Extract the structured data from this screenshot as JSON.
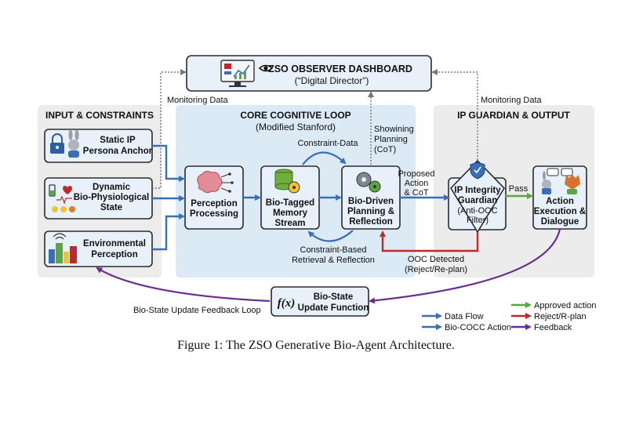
{
  "dashboard": {
    "title": "ZSO OBSERVER DASHBOARD",
    "subtitle": "(“Digital Director”)"
  },
  "input_panel": {
    "title": "INPUT & CONSTRAINTS",
    "static_ip": [
      "Static IP",
      "Persona Anchor"
    ],
    "bio_state": [
      "Dynamic",
      "Bio-Physiological",
      "State"
    ],
    "environment": [
      "Environmental",
      "Perception"
    ]
  },
  "core_panel": {
    "title": "CORE COGNITIVE LOOP",
    "subtitle": "(Modified Stanford)",
    "perception": [
      "Perception",
      "Processing"
    ],
    "memory": [
      "Bio-Tagged",
      "Memory",
      "Stream"
    ],
    "planning": [
      "Bio-Driven",
      "Planning &",
      "Reflection"
    ],
    "constraint_data": "Constraint-Data",
    "retrieval": [
      "Constraint-Based",
      "Retrieval & Reflection"
    ],
    "showing_planning": [
      "Showining",
      "Planning",
      "(CoT)"
    ],
    "proposed": [
      "Proposed",
      "Action",
      "& CoT"
    ]
  },
  "guardian_panel": {
    "title": "IP GUARDIAN & OUTPUT",
    "guardian": [
      "IP Integrity",
      "Guardian",
      "(Anti-OOC",
      "Filter)"
    ],
    "action": [
      "Action",
      "Execution &",
      "Dialogue"
    ],
    "pass": "Pass",
    "ooc": [
      "OOC Detected",
      "(Reject/Re-plan)"
    ]
  },
  "monitoring_left": "Monitoring Data",
  "monitoring_right": "Monitoring Data",
  "bio_update": [
    "Bio-State",
    "Update Function"
  ],
  "feedback_loop": "Bio-State Update Feedback Loop",
  "legend": {
    "data_flow": "Data Flow",
    "bio_cocc": "Bio-COCC Action",
    "approved": "Approved action",
    "reject": "Reject/R-plan",
    "feedback": "Feedback"
  },
  "caption": "Figure 1: The ZSO Generative Bio-Agent Architecture.",
  "colors": {
    "data_flow": "#3a6fb5",
    "approved": "#5aa645",
    "reject": "#c0282b",
    "feedback": "#6a2c91",
    "panel_grey": "#ececec",
    "panel_blue": "#dceaf6",
    "node_fill": "#e8f1fa",
    "node_stroke": "#2b2b2b"
  }
}
